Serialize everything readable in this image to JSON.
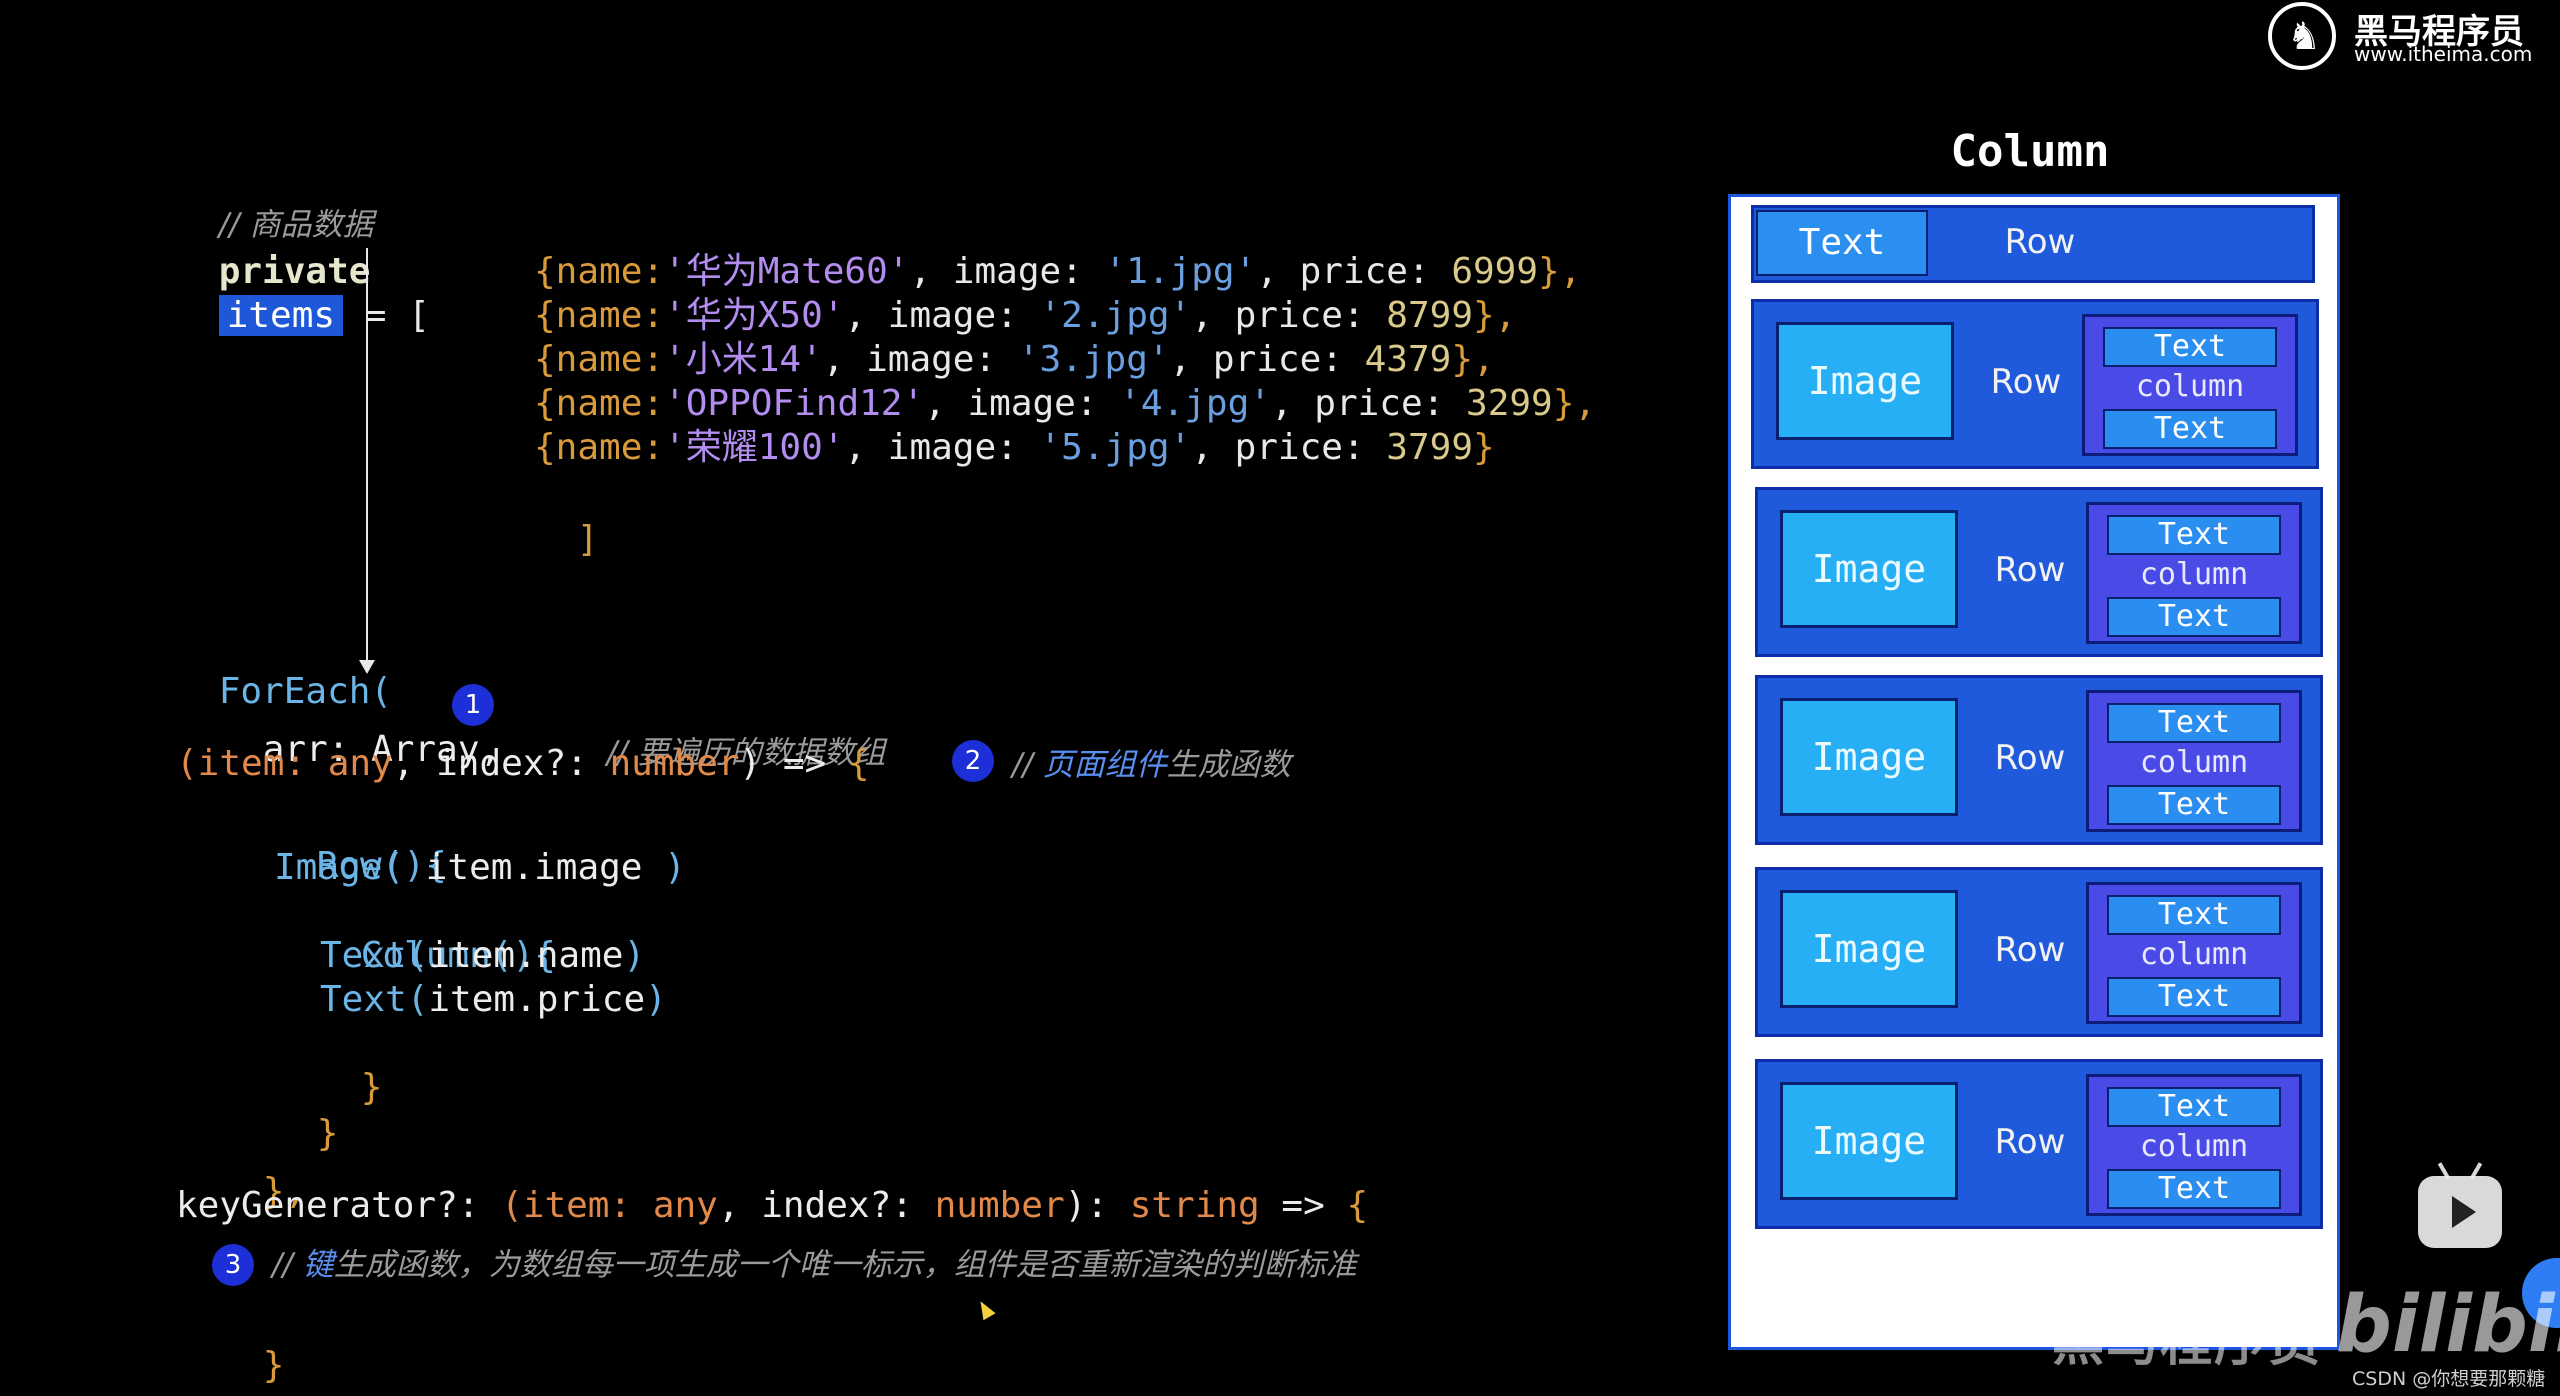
{
  "code": {
    "comment_goods": "// 商品数据",
    "kw_private": "private",
    "var_items": "items",
    "assign": " = [",
    "rows": [
      {
        "open": "{name:",
        "name": "'华为Mate60'",
        "mid1": ", image: ",
        "img": "'1.jpg'",
        "mid2": ", price: ",
        "price": "6999",
        "close": "},"
      },
      {
        "open": "{name:",
        "name": "'华为X50'",
        "mid1": ", image: ",
        "img": "'2.jpg'",
        "mid2": ", price: ",
        "price": "8799",
        "close": "},"
      },
      {
        "open": "{name:",
        "name": "'小米14'",
        "mid1": ", image: ",
        "img": "'3.jpg'",
        "mid2": ", price: ",
        "price": "4379",
        "close": "},"
      },
      {
        "open": "{name:",
        "name": "'OPPOFind12'",
        "mid1": ", image: ",
        "img": "'4.jpg'",
        "mid2": ", price: ",
        "price": "3299",
        "close": "},"
      },
      {
        "open": "{name:",
        "name": "'荣耀100'",
        "mid1": ", image: ",
        "img": "'5.jpg'",
        "mid2": ", price: ",
        "price": "3799",
        "close": "}"
      }
    ],
    "array_close": "]",
    "foreach": "ForEach(",
    "arr_line": "arr: Array,",
    "badge1": "1",
    "comment1": "// 要遍历的数据数组",
    "item_open": "(item: ",
    "any": "any",
    "index_part": ", index?: ",
    "number": "number",
    "arrow": ") => ",
    "brace_open": "{",
    "badge2": "2",
    "comment2_prefix": "// ",
    "comment2_blue": "页面组件",
    "comment2_rest": "生成函数",
    "row_call": "Row(){",
    "image_call": "Image(",
    "image_arg": " item.image ",
    "image_close": ")",
    "column_call": "Column(){",
    "text_call1": "Text(",
    "text_arg1": "item.name",
    "text_call2": "Text(",
    "text_arg2": "item.price",
    "paren_close": ")",
    "brace_close": "}",
    "close_comma": "},",
    "keygen": "keyGenerator?: ",
    "keygen_item": "(item: ",
    "keygen_index": ", index?: ",
    "keygen_ret": "): ",
    "string": "string",
    "keygen_arrow": " => ",
    "badge3": "3",
    "comment3_prefix": "// ",
    "comment3_blue": "键",
    "comment3_rest": "生成函数，为数组每一项生成一个唯一标示，组件是否重新渲染的判断标准",
    "final_brace": "}",
    "final_paren": ")"
  },
  "diagram": {
    "title": "Column",
    "header_row": {
      "text": "Text",
      "row": "Row"
    },
    "item_rows": [
      {
        "image": "Image",
        "row": "Row",
        "text_top": "Text",
        "column": "column",
        "text_bottom": "Text"
      },
      {
        "image": "Image",
        "row": "Row",
        "text_top": "Text",
        "column": "column",
        "text_bottom": "Text"
      },
      {
        "image": "Image",
        "row": "Row",
        "text_top": "Text",
        "column": "column",
        "text_bottom": "Text"
      },
      {
        "image": "Image",
        "row": "Row",
        "text_top": "Text",
        "column": "column",
        "text_bottom": "Text"
      },
      {
        "image": "Image",
        "row": "Row",
        "text_top": "Text",
        "column": "column",
        "text_bottom": "Text"
      }
    ]
  },
  "overlay": {
    "logo_name": "黑马程序员",
    "logo_url": "www.itheima.com",
    "watermark_cn": "黑马程序员",
    "watermark_bili": "bilibili",
    "csdn": "CSDN @你想要那颗糖"
  },
  "colors": {
    "background": "#000000",
    "highlight": "#1e58d8",
    "row_fill": "#1e5adb",
    "image_fill": "#27aff6",
    "column_fill": "#4a4be6",
    "badge": "#1d2fd6"
  }
}
